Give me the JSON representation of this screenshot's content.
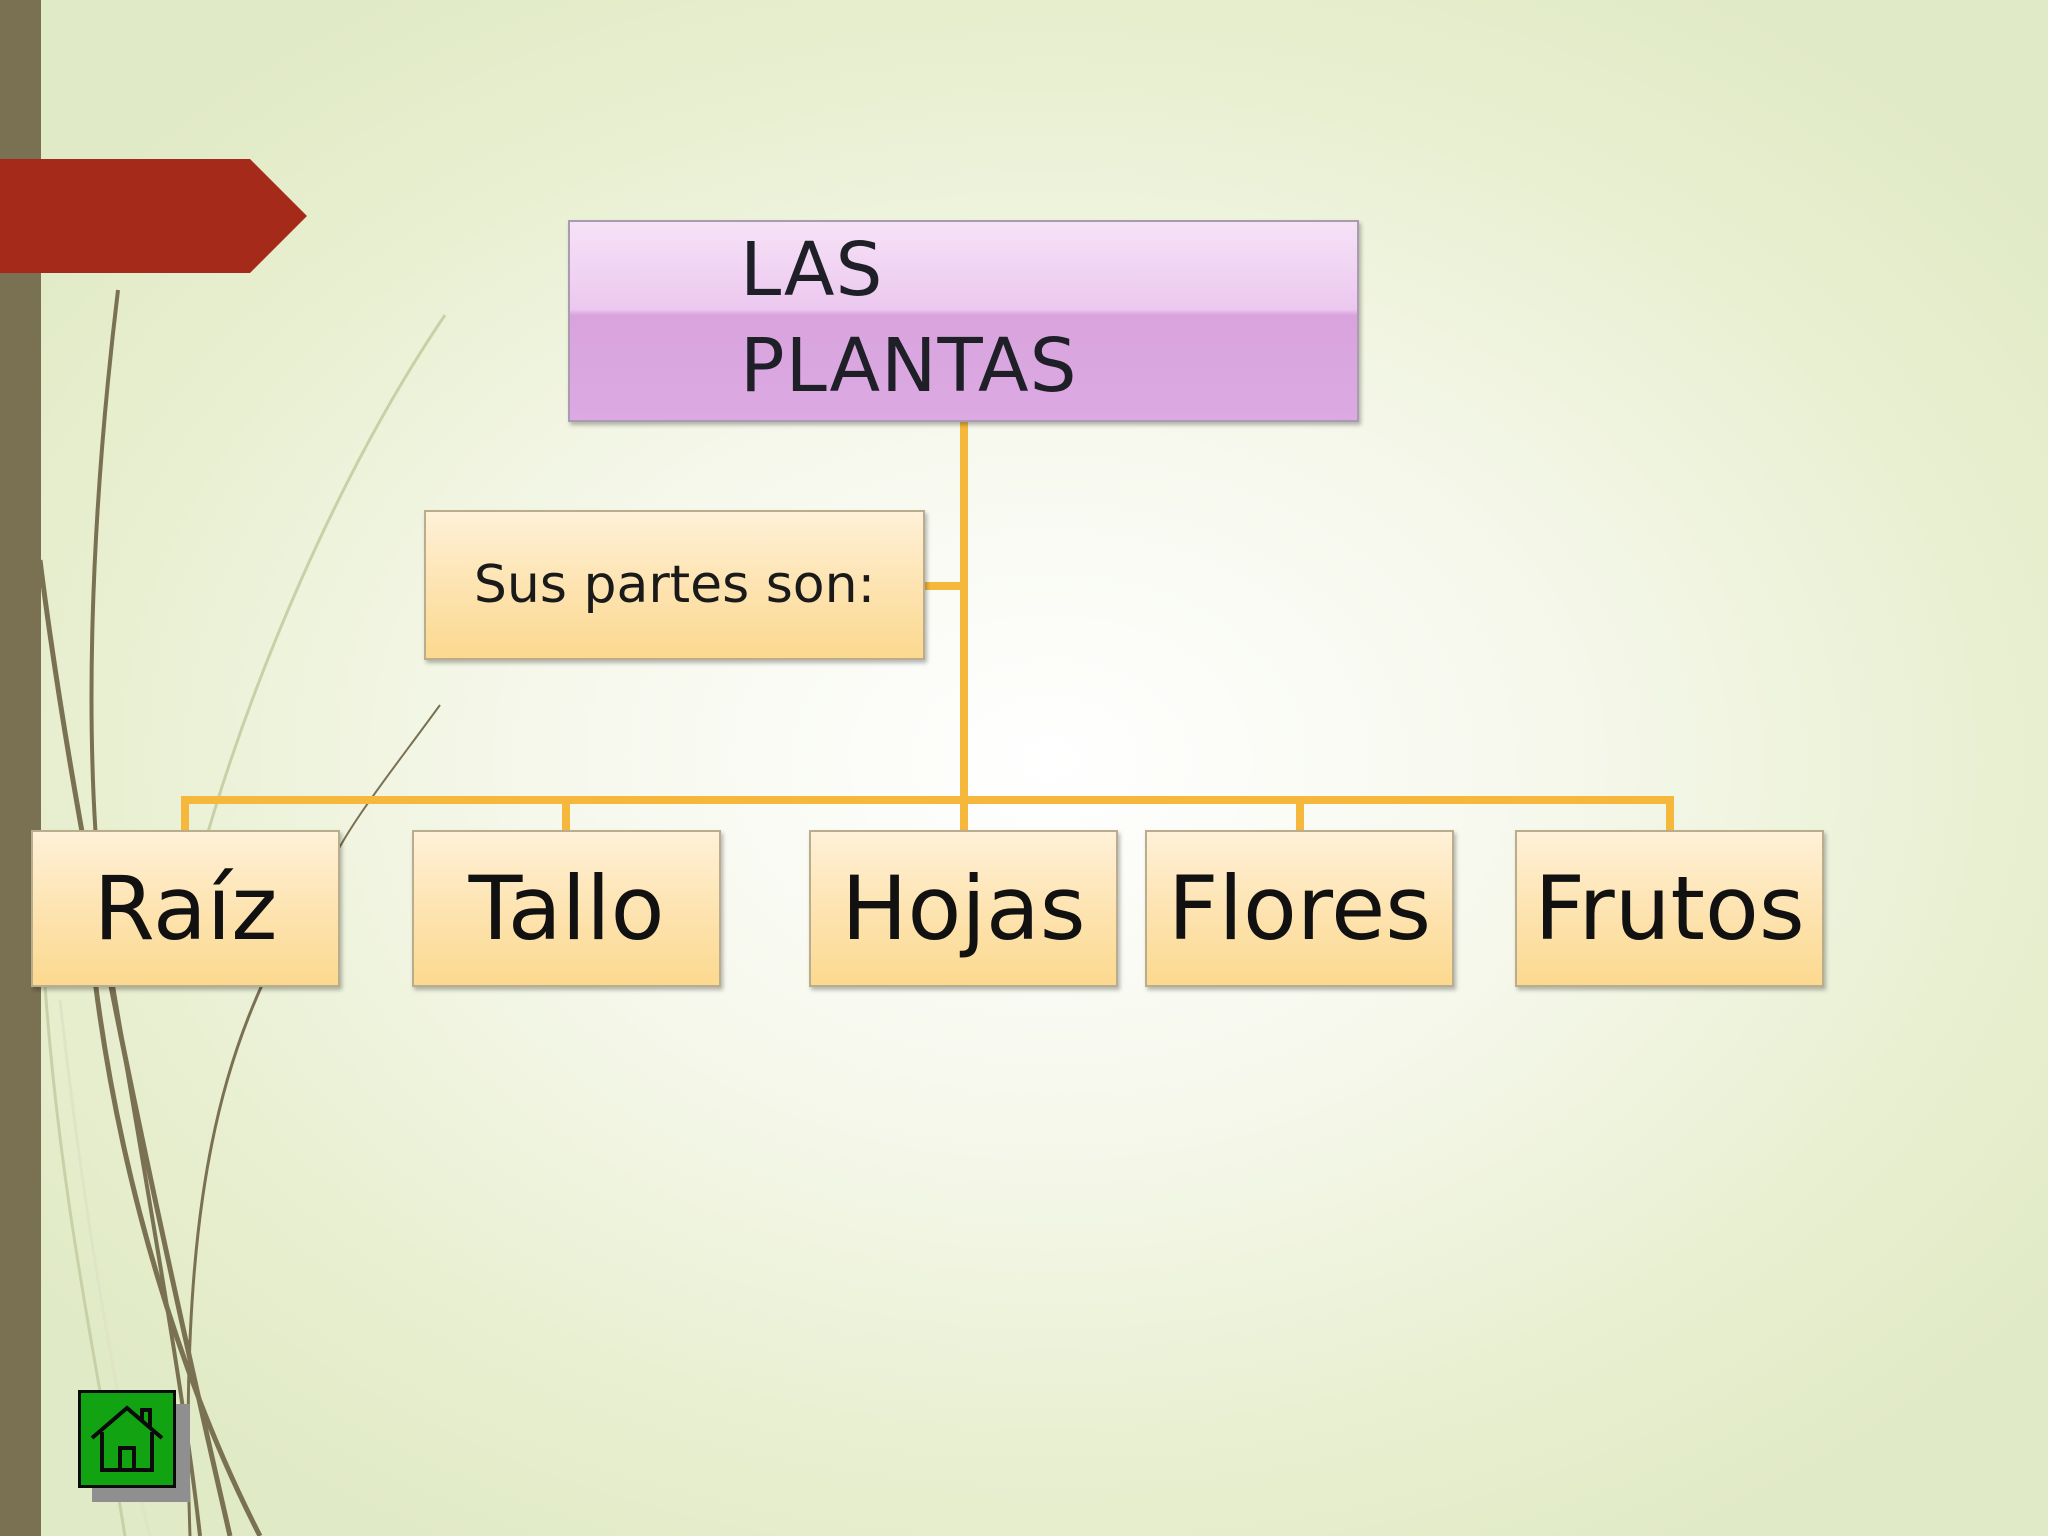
{
  "diagram": {
    "root": {
      "line1": "LAS",
      "line2": "PLANTAS"
    },
    "intermediate": {
      "label": "Sus partes son:"
    },
    "parts": [
      {
        "label": "Raíz"
      },
      {
        "label": "Tallo"
      },
      {
        "label": "Hojas"
      },
      {
        "label": "Flores"
      },
      {
        "label": "Frutos"
      }
    ]
  },
  "colors": {
    "connector": "#f5b83d",
    "root_fill": "#dca9e2",
    "node_fill": "#fcd98f",
    "red_tab": "#a52a1a",
    "left_bar": "#7a7153",
    "home_button": "#12a312"
  },
  "icons": {
    "home": "home-icon"
  }
}
